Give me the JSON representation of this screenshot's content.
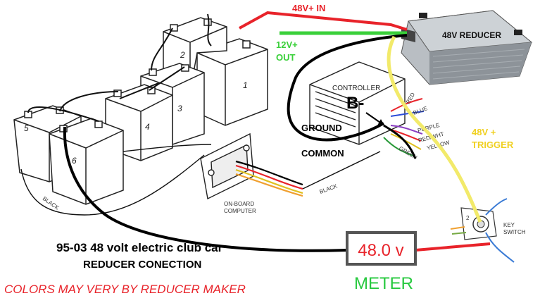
{
  "labels": {
    "in_48v": "48V+ IN",
    "reducer": "48V REDUCER",
    "out_12v_line1": "12V+",
    "out_12v_line2": "OUT",
    "controller": "CONTROLLER",
    "b_minus": "B-",
    "ground": "GROUND",
    "common": "COMMON",
    "trigger_line1": "48V +",
    "trigger_line2": "TRIGGER",
    "red_wire": "RED",
    "blue_wire": "BLUE",
    "purple_wire": "PURPLE",
    "redwht_wire": "RED/WHT",
    "yellow_wire": "YELLOW",
    "green_wire": "GREEN",
    "black_wire_1": "BLACK",
    "black_wire_2": "BLACK",
    "onboard_line1": "ON-BOARD",
    "onboard_line2": "COMPUTER",
    "key_line1": "KEY",
    "key_line2": "SWITCH",
    "key_terminal": "2",
    "title_line1": "95-03 48 volt electric club car",
    "title_line2": "REDUCER CONECTION",
    "warning": "COLORS MAY VERY BY REDUCER MAKER",
    "meter_reading": "48.0 v",
    "meter_label": "METER"
  },
  "batteries": [
    "1",
    "2",
    "3",
    "4",
    "5",
    "6"
  ],
  "colors": {
    "red": "#e8232a",
    "green": "#3ad03a",
    "yellow": "#f2ea6a",
    "black": "#000000",
    "warning_red": "#e8232a",
    "meter_green": "#27c93f"
  }
}
